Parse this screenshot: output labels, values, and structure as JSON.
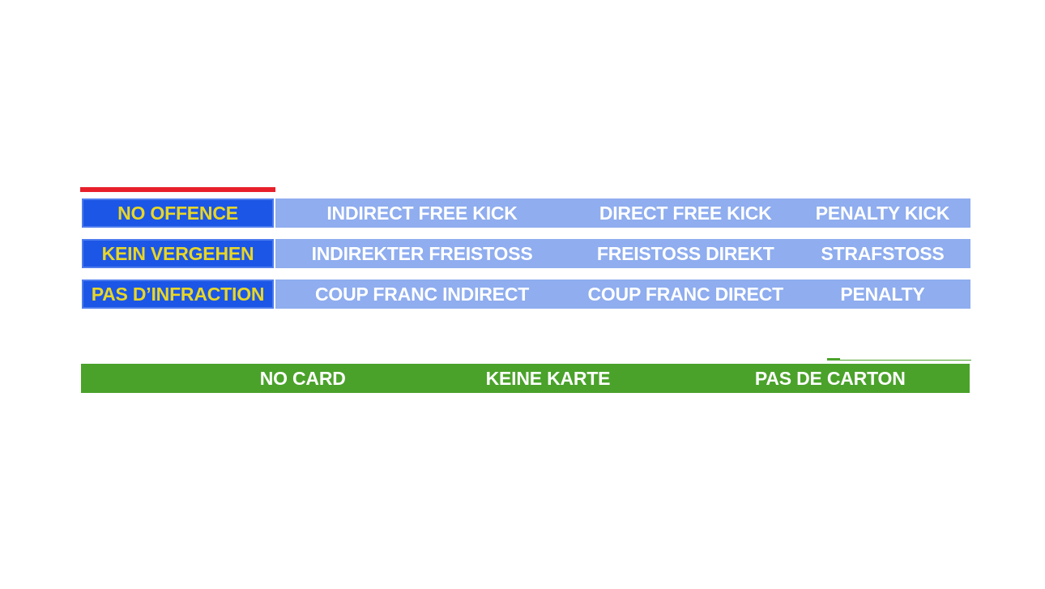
{
  "colors": {
    "red_highlight": "#e7202b",
    "offence_cell_blue": "#1c56e6",
    "kick_bar_blue": "#8fadef",
    "offence_text_yellow": "#e8d626",
    "kick_text_white": "#ffffff",
    "card_bar_green": "#4aa22a"
  },
  "decision_table": {
    "rows": [
      {
        "lang": "en",
        "offence": "NO OFFENCE",
        "indirect": "INDIRECT FREE KICK",
        "direct": "DIRECT FREE KICK",
        "penalty": "PENALTY KICK"
      },
      {
        "lang": "de",
        "offence": "KEIN VERGEHEN",
        "indirect": "INDIREKTER FREISTOSS",
        "direct": "FREISTOSS DIREKT",
        "penalty": "STRAFSTOSS"
      },
      {
        "lang": "fr",
        "offence": "PAS D’INFRACTION",
        "indirect": "COUP FRANC INDIRECT",
        "direct": "COUP FRANC DIRECT",
        "penalty": "PENALTY"
      }
    ]
  },
  "card_bar": {
    "no_card_en": "NO CARD",
    "no_card_de": "KEINE KARTE",
    "no_card_fr": "PAS DE CARTON"
  }
}
